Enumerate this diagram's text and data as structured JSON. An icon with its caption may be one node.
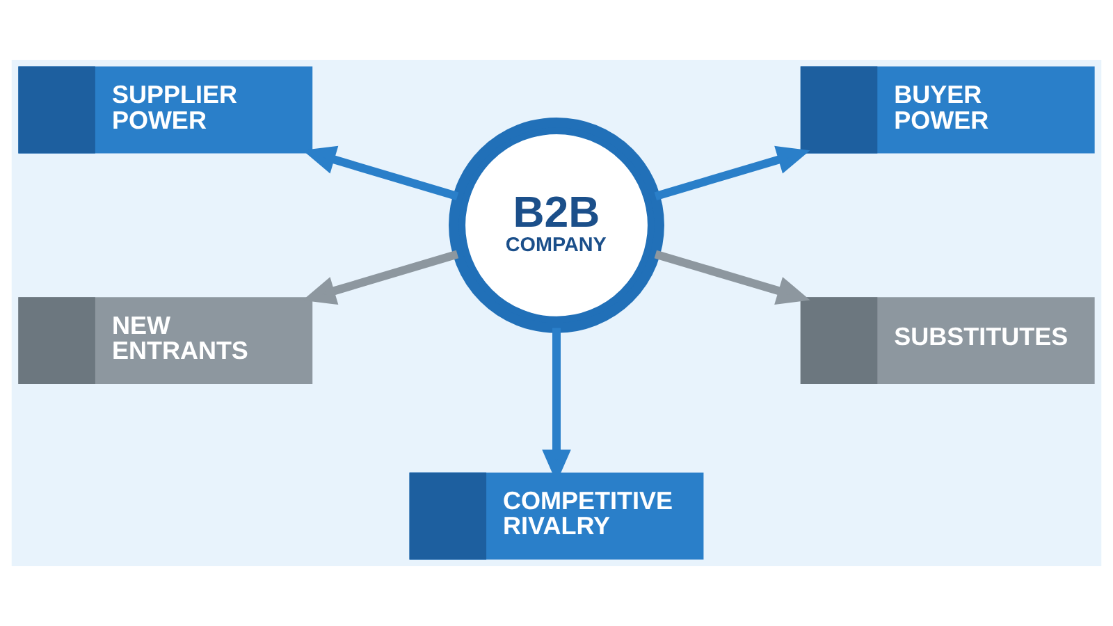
{
  "diagram": {
    "nodes": [
      {
        "text": [
          "B2B",
          "COMPANY"
        ]
      },
      {
        "text": [
          "SUPPLIER POWER"
        ]
      },
      {
        "text": [
          "BUYER POWER"
        ]
      },
      {
        "text": [
          "NEW ENTRANTS"
        ]
      },
      {
        "text": [
          "SUBSTITUTES"
        ]
      },
      {
        "text": [
          "COMPETITIVE RIVALRY"
        ]
      }
    ],
    "edges": [
      {
        "from": 0,
        "to": 1,
        "arrow": "to"
      },
      {
        "from": 0,
        "to": 2,
        "arrow": "to"
      },
      {
        "from": 0,
        "to": 3,
        "arrow": "to",
        "color": "#8d979f"
      },
      {
        "from": 0,
        "to": 4,
        "arrow": "to",
        "color": "#8d979f"
      },
      {
        "from": 0,
        "to": 5,
        "arrow": "to"
      }
    ]
  }
}
